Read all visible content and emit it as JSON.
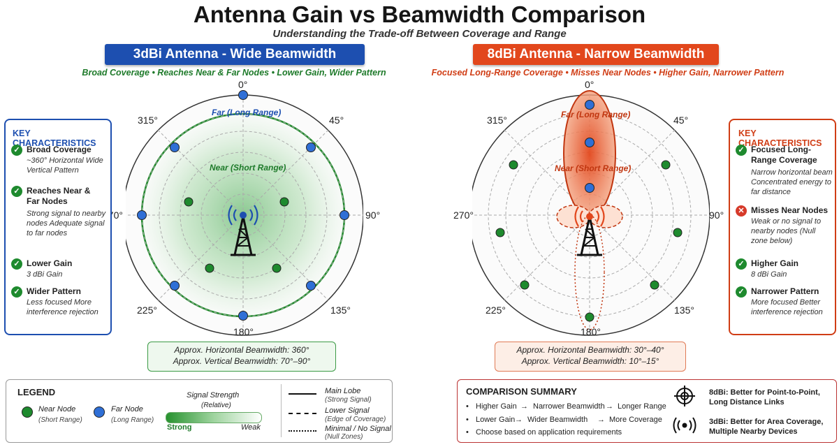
{
  "title": "Antenna Gain vs Beamwidth Comparison",
  "subtitle": "Understanding the Trade-off Between Coverage and Range",
  "colors": {
    "blue": "#1d4fb0",
    "red": "#e2471c",
    "green": "#1e8a2e",
    "node_blue": "#2f6fd6"
  },
  "degrees": [
    "0°",
    "45°",
    "90°",
    "135°",
    "180°",
    "225°",
    "270°",
    "315°"
  ],
  "left": {
    "banner": "3dBi Antenna - Wide Beamwidth",
    "tagline": "Broad Coverage • Reaches Near & Far Nodes • Lower Gain, Wider Pattern",
    "far_label": "Far (Long Range)",
    "near_label": "Near (Short Range)",
    "key": {
      "title": "KEY CHARACTERISTICS",
      "items": [
        {
          "icon": "check-icon",
          "head": "Broad Coverage",
          "desc": "~360° Horizontal Wide Vertical Pattern"
        },
        {
          "icon": "check-icon",
          "head": "Reaches Near & Far Nodes",
          "desc": "Strong signal to nearby nodes Adequate signal to far nodes"
        },
        {
          "icon": "check-icon",
          "head": "Lower Gain",
          "desc": "3 dBi Gain"
        },
        {
          "icon": "check-icon",
          "head": "Wider Pattern",
          "desc": "Less focused More interference rejection"
        }
      ]
    },
    "beamwidth": {
      "horizontal": "Approx. Horizontal Beamwidth: 360°",
      "vertical": "Approx. Vertical Beamwidth: 70°–90°"
    }
  },
  "right": {
    "banner": "8dBi Antenna - Narrow Beamwidth",
    "tagline": "Focused Long-Range Coverage • Misses Near Nodes • Higher Gain, Narrower Pattern",
    "far_label": "Far (Long Range)",
    "near_label": "Near (Short Range)",
    "key": {
      "title": "KEY CHARACTERISTICS",
      "items": [
        {
          "icon": "check-icon",
          "head": "Focused Long-Range Coverage",
          "desc": "Narrow horizontal beam Concentrated energy to far distance"
        },
        {
          "icon": "cross-icon",
          "head": "Misses Near Nodes",
          "desc": "Weak or no signal to nearby nodes (Null zone below)"
        },
        {
          "icon": "check-icon",
          "head": "Higher Gain",
          "desc": "8 dBi Gain"
        },
        {
          "icon": "check-icon",
          "head": "Narrower Pattern",
          "desc": "More focused Better interference rejection"
        }
      ]
    },
    "beamwidth": {
      "horizontal": "Approx. Horizontal Beamwidth: 30°–40°",
      "vertical": "Approx. Vertical Beamwidth: 10°–15°"
    }
  },
  "legend": {
    "title": "LEGEND",
    "near_node": "Near Node",
    "near_node_sub": "(Short Range)",
    "far_node": "Far Node",
    "far_node_sub": "(Long Range)",
    "signal_title": "Signal Strength",
    "signal_sub": "(Relative)",
    "strong": "Strong",
    "weak": "Weak",
    "main_lobe": "Main Lobe",
    "main_lobe_sub": "(Strong Signal)",
    "lower_signal": "Lower Signal",
    "lower_signal_sub": "(Edge of Coverage)",
    "minimal": "Minimal / No Signal",
    "minimal_sub": "(Null Zones)"
  },
  "summary": {
    "title": "COMPARISON SUMMARY",
    "rows": [
      [
        "Higher Gain",
        "Narrower Beamwidth",
        "Longer Range"
      ],
      [
        "Lower Gain",
        "Wider Beamwidth",
        "More Coverage"
      ]
    ],
    "arrow": "→",
    "note": "Choose based on application requirements",
    "item1_line1": "8dBi: Better for Point-to-Point,",
    "item1_line2": "Long Distance Links",
    "item2_line1": "3dBi: Better for Area Coverage,",
    "item2_line2": "Multiple Nearby Devices"
  }
}
